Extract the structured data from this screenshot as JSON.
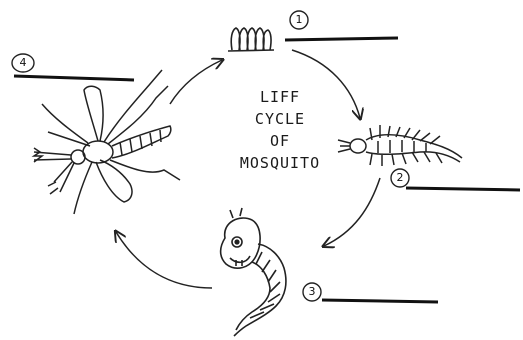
{
  "diagram": {
    "title_lines": [
      "LIFF",
      "CYCLE",
      "OF",
      "MOSQUITO"
    ],
    "stages": [
      {
        "number": "1",
        "depicts": "eggs"
      },
      {
        "number": "2",
        "depicts": "larva"
      },
      {
        "number": "3",
        "depicts": "pupa"
      },
      {
        "number": "4",
        "depicts": "adult mosquito"
      }
    ]
  }
}
